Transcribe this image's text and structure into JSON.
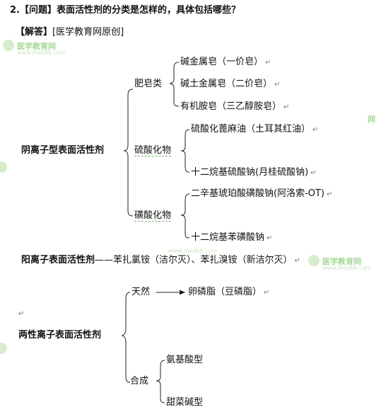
{
  "question": {
    "number": "2.",
    "tag": "【问题】",
    "text": "表面活性剂的分类是怎样的，具体包括哪些？"
  },
  "answer": {
    "tag": "【解答】",
    "source": "[医学教育网原创]"
  },
  "anionic": {
    "title": "阴离子型表面活性剂",
    "soap": {
      "label": "肥皂类",
      "items": [
        "碱金属皂（一价皂）",
        "碱土金属皂（二价皂）",
        "有机胺皂（三乙醇胺皂）"
      ]
    },
    "sulfate": {
      "label": "硫酸化物",
      "items": [
        "硫酸化蓖麻油（土耳其红油）",
        "十二烷基硫酸钠(月桂硫酸钠)"
      ]
    },
    "sulfonate": {
      "label": "磺酸化物",
      "items": [
        "二辛基琥珀酸磺酸钠(阿洛索-OT)",
        "十二烷基苯磺酸钠"
      ]
    }
  },
  "cationic": {
    "title": "阳离子表面活性剂",
    "dash": "——",
    "items": "苯扎氯铵（洁尔灭）、苯扎溴铵（新洁尔灭）"
  },
  "amphoteric": {
    "title": "两性离子表面活性剂",
    "natural": {
      "label": "天然",
      "item": "卵磷脂（豆磷脂）"
    },
    "synthetic": {
      "label": "合成",
      "items": [
        "氨基酸型",
        "甜菜碱型"
      ]
    }
  },
  "return_mark": "↵",
  "watermark": {
    "name": "医学教育网",
    "url": "www.med66.com",
    "fragment": "网"
  }
}
